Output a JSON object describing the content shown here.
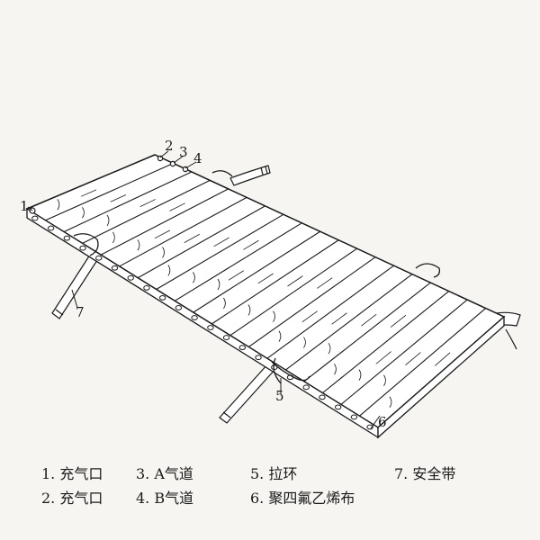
{
  "callouts": {
    "c1": "1",
    "c2": "2",
    "c3": "3",
    "c4": "4",
    "c5": "5",
    "c6": "6",
    "c7": "7"
  },
  "legend": {
    "item1": "1. 充气口",
    "item2": "2. 充气口",
    "item3": "3. A气道",
    "item4": "4. B气道",
    "item5": "5. 拉环",
    "item6": "6. 聚四氟乙烯布",
    "item7": "7. 安全带"
  },
  "colors": {
    "background": "#f6f5f2",
    "line": "#1a1a1a",
    "fill": "#ffffff"
  }
}
